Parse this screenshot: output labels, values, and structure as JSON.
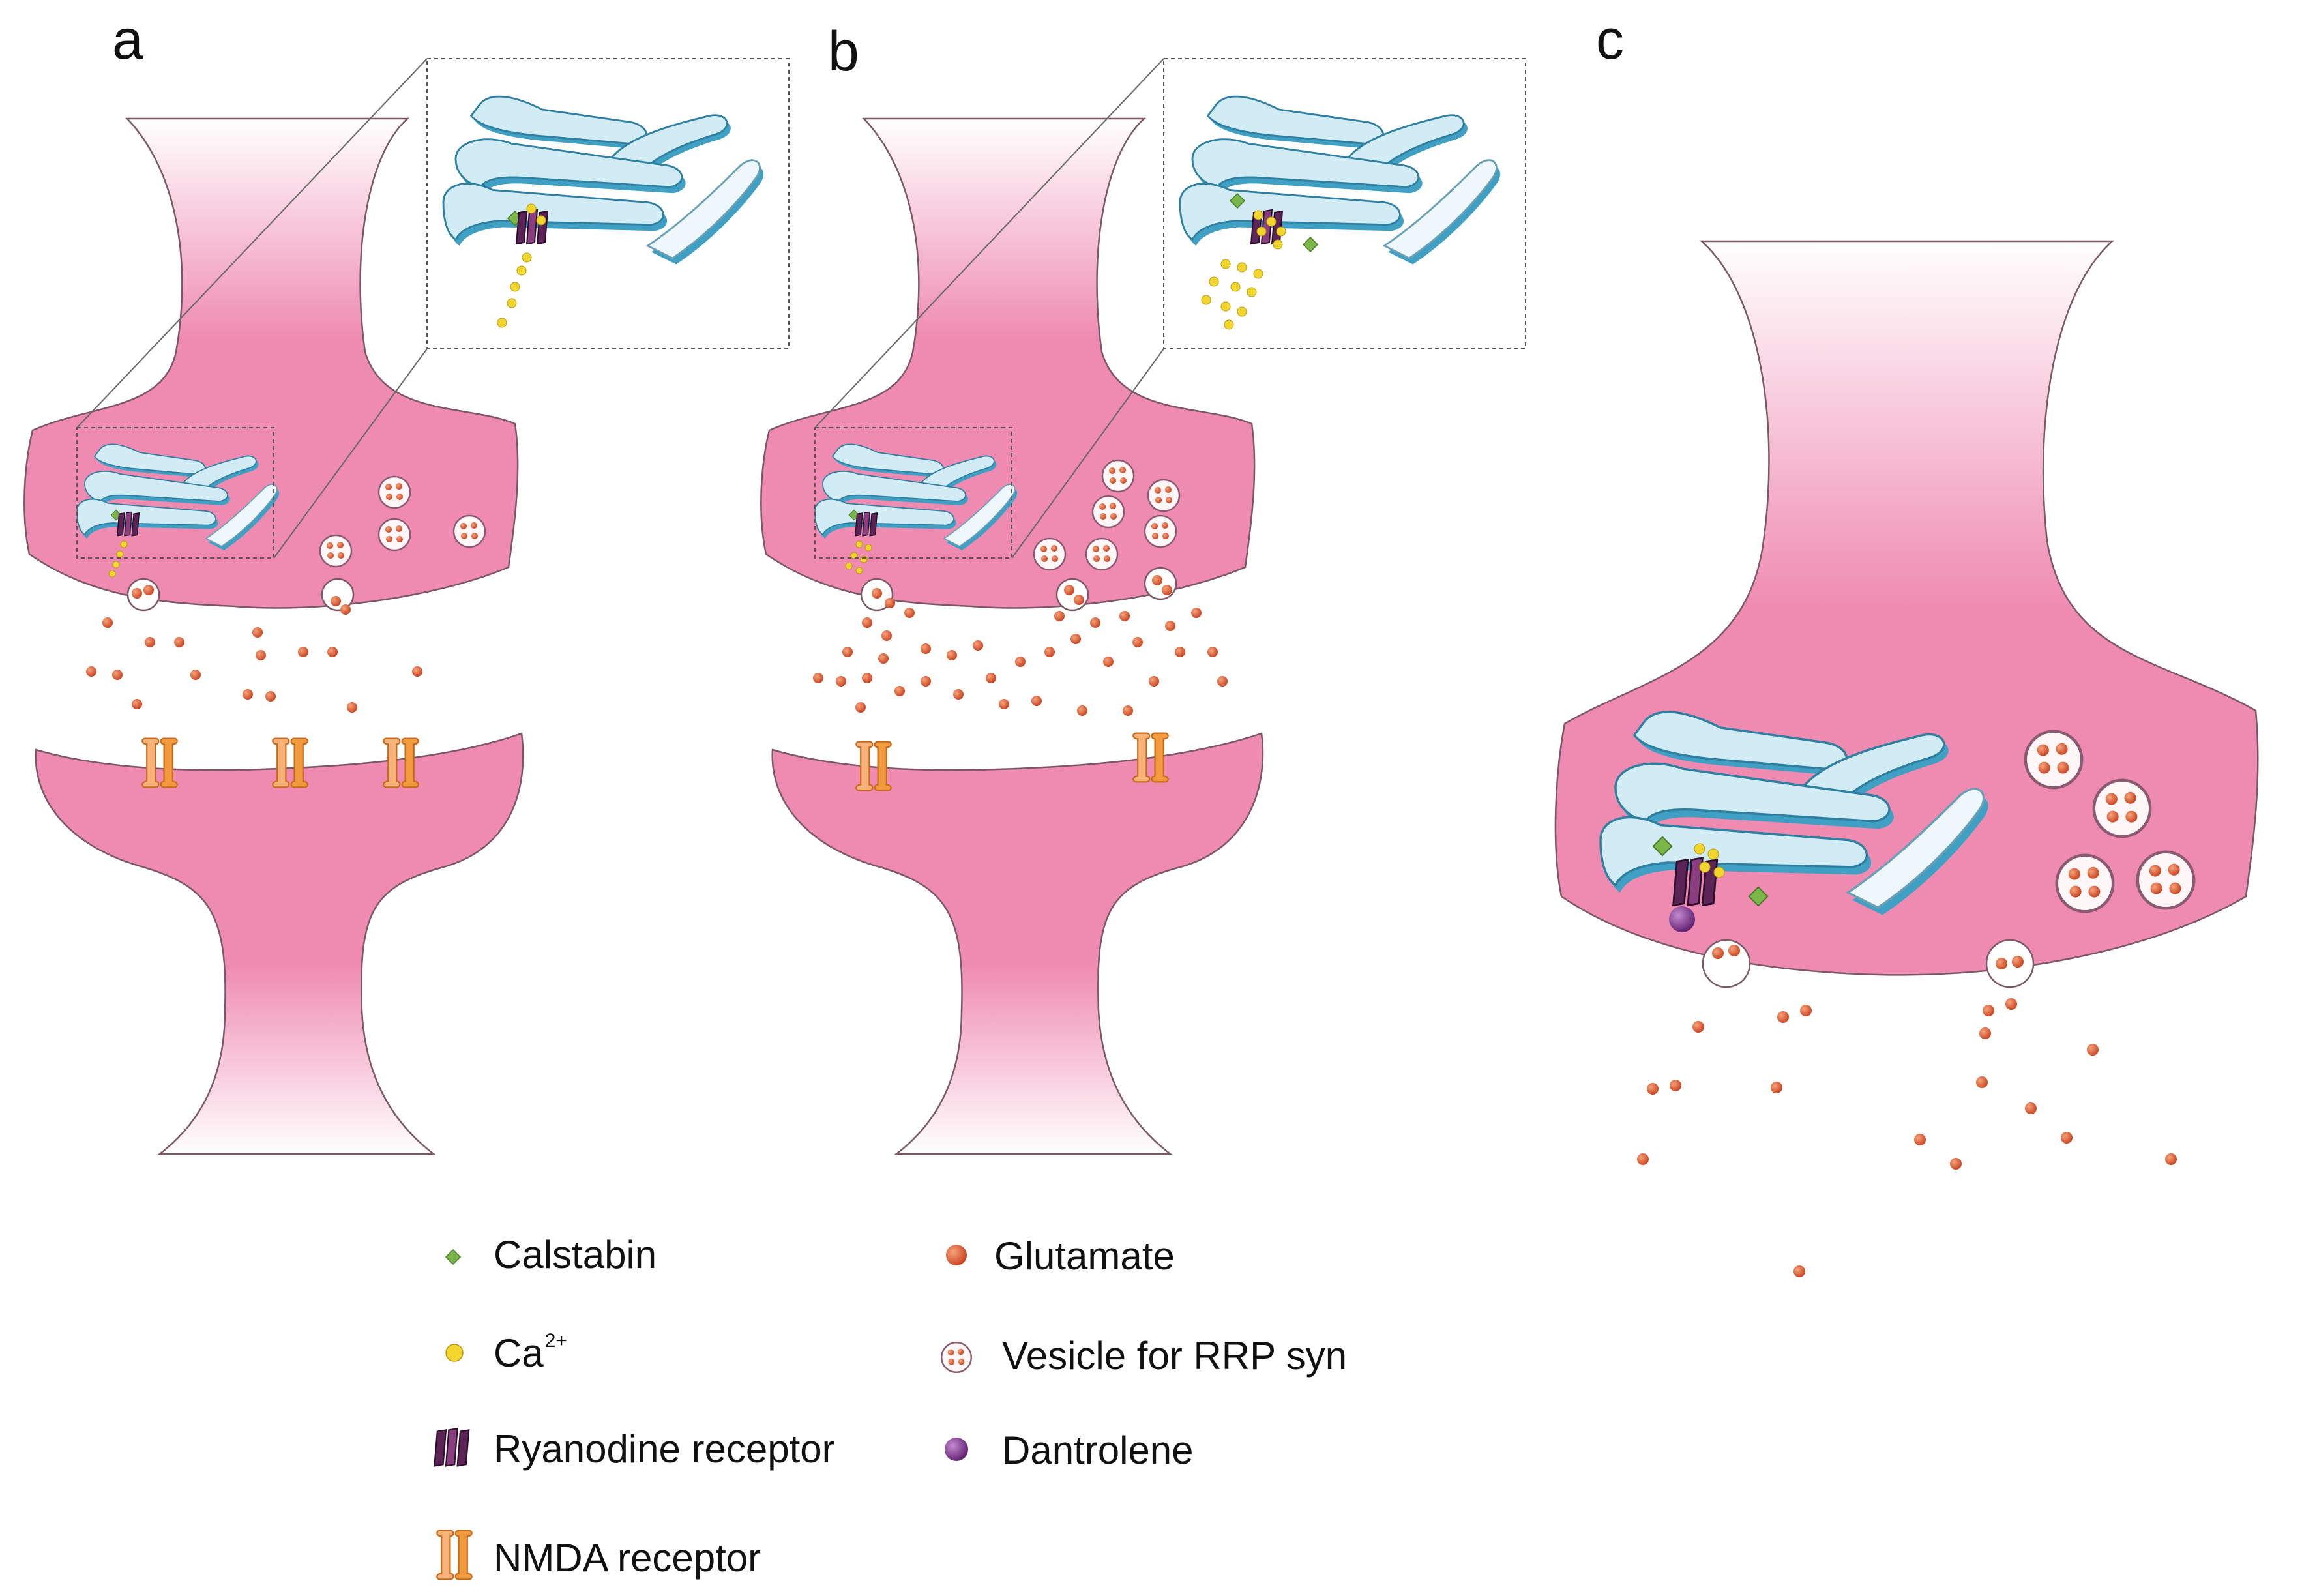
{
  "panels": [
    {
      "label": "a"
    },
    {
      "label": "b"
    },
    {
      "label": "c"
    }
  ],
  "legend": {
    "calstabin": "Calstabin",
    "calcium": "Ca",
    "calcium_charge": "2+",
    "ryanodine_receptor": "Ryanodine receptor",
    "nmda_receptor": "NMDA receptor",
    "glutamate": "Glutamate",
    "vesicle": "Vesicle for RRP syn",
    "dantrolene": "Dantrolene"
  },
  "colors": {
    "neuron_pink": "#ef8bb1",
    "er_blue": "#d2ecf6",
    "er_edge": "#3fa0c4",
    "calstabin_green": "#7ab648",
    "calcium_yellow": "#f2d62e",
    "ryr_purple": "#6b2a63",
    "nmda_orange": "#f19a3e",
    "glutamate_red": "#d9532b",
    "dantrolene_purple": "#7a2d8c"
  }
}
